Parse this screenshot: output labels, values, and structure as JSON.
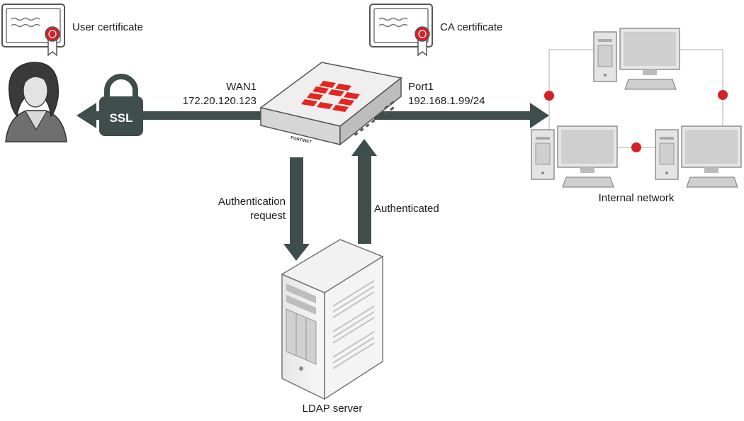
{
  "certificates": {
    "user": "User certificate",
    "ca": "CA certificate"
  },
  "tunnel": {
    "badge": "SSL"
  },
  "firewall": {
    "wan_name": "WAN1",
    "wan_ip": "172.20.120.123",
    "lan_name": "Port1",
    "lan_ip": "192.168.1.99/24",
    "brand_mark": "FORTINET"
  },
  "flows": {
    "auth_request_line1": "Authentication",
    "auth_request_line2": "request",
    "authenticated": "Authenticated"
  },
  "network": {
    "label": "Internal network"
  },
  "server": {
    "label": "LDAP server"
  },
  "colors": {
    "arrow": "#3f4d4b",
    "node_red": "#d42027",
    "device_gray": "#d8d8d8",
    "device_dark": "#7d7d7d",
    "brand_red": "#e52520"
  }
}
